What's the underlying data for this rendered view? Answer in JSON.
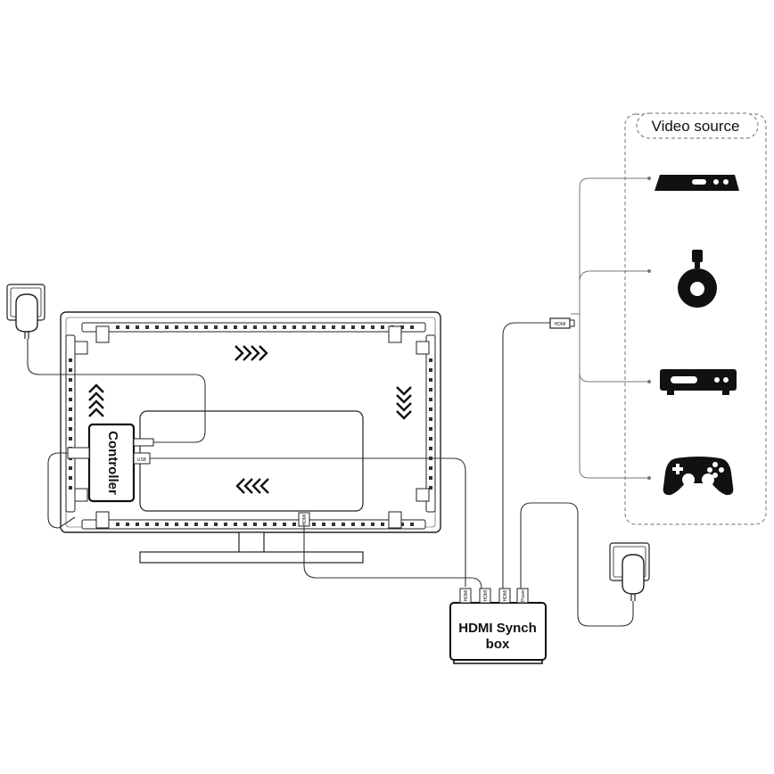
{
  "video_source": {
    "title": "Video source",
    "devices": [
      {
        "icon": "set-top-box-icon"
      },
      {
        "icon": "streaming-stick-icon"
      },
      {
        "icon": "blu-ray-player-icon"
      },
      {
        "icon": "game-controller-icon"
      }
    ]
  },
  "controller": {
    "label": "Controller",
    "usb_label": "USB"
  },
  "sync_box": {
    "line1": "HDMI Synch",
    "line2": "box",
    "ports": [
      "HDMI",
      "HDMI",
      "HDMI",
      "Power"
    ]
  },
  "hdmi_plug_tv": "HDMI",
  "hdmi_plug_source": "HDMI",
  "colors": {
    "line": "#1a1a1a",
    "cable": "#555555",
    "dashed_frame": "#888888"
  }
}
